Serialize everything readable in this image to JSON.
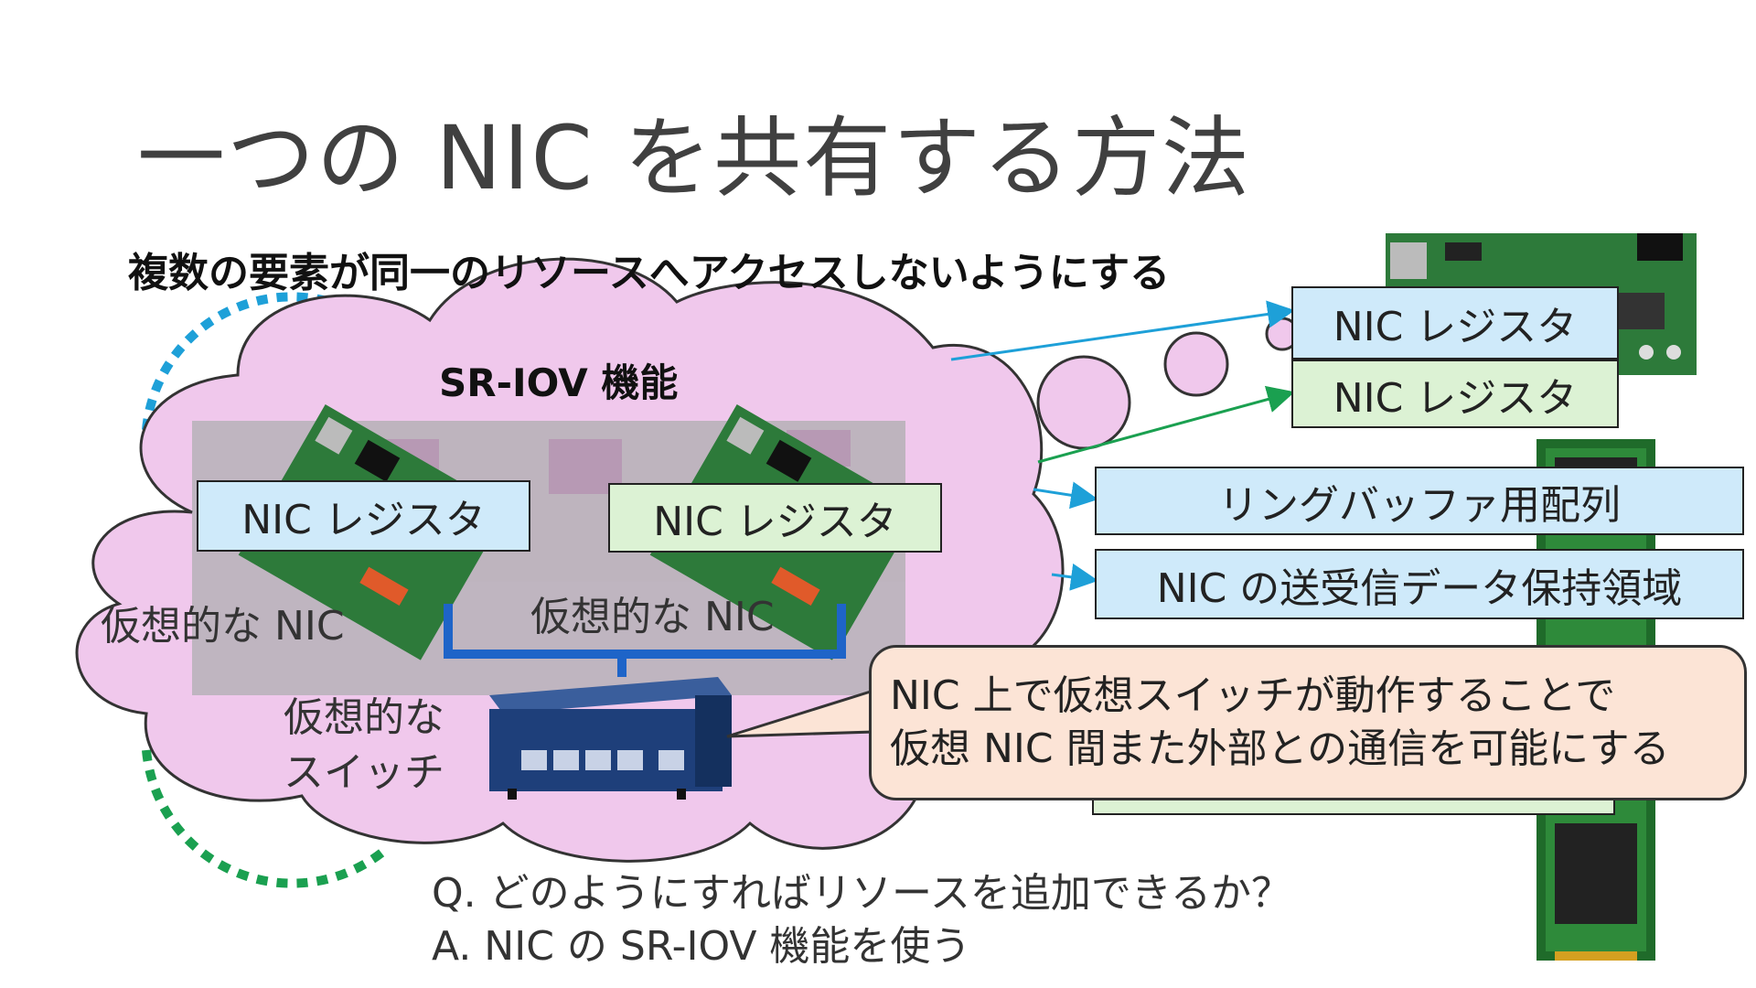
{
  "slide": {
    "title": "一つの NIC を共有する方法",
    "subtitle": "複数の要素が同一のリソースへアクセスしないようにする",
    "cloud_label": "SR-IOV 機能",
    "virtual_nic_1": "NIC レジスタ",
    "virtual_nic_2": "NIC レジスタ",
    "vnic_label_left": "仮想的な NIC",
    "vnic_label_center": "仮想的な NIC",
    "switch_label_line1": "仮想的な",
    "switch_label_line2": "スイッチ",
    "right_boxes": {
      "reg1": "NIC レジスタ",
      "reg2": "NIC レジスタ",
      "ring": "リングバッファ用配列",
      "data": "NIC の送受信データ保持領域"
    },
    "callout": {
      "line1": "NIC 上で仮想スイッチが動作することで",
      "line2": "仮想 NIC 間また外部との通信を可能にする"
    },
    "question": "Q. どのようにすればリソースを追加できるか？",
    "answer": "A. NIC の SR-IOV 機能を使う"
  },
  "colors": {
    "cloud_fill": "#f0c8ec",
    "blue_box": "#cfeafa",
    "green_box": "#dcf2d4",
    "callout_fill": "#fce4d6",
    "blue_arrow": "#1ea0d8",
    "green_arrow": "#1aa050",
    "switch_wire": "#1e64c8"
  },
  "icons": [
    "nic-card-icon",
    "memory-module-icon",
    "network-switch-icon"
  ]
}
